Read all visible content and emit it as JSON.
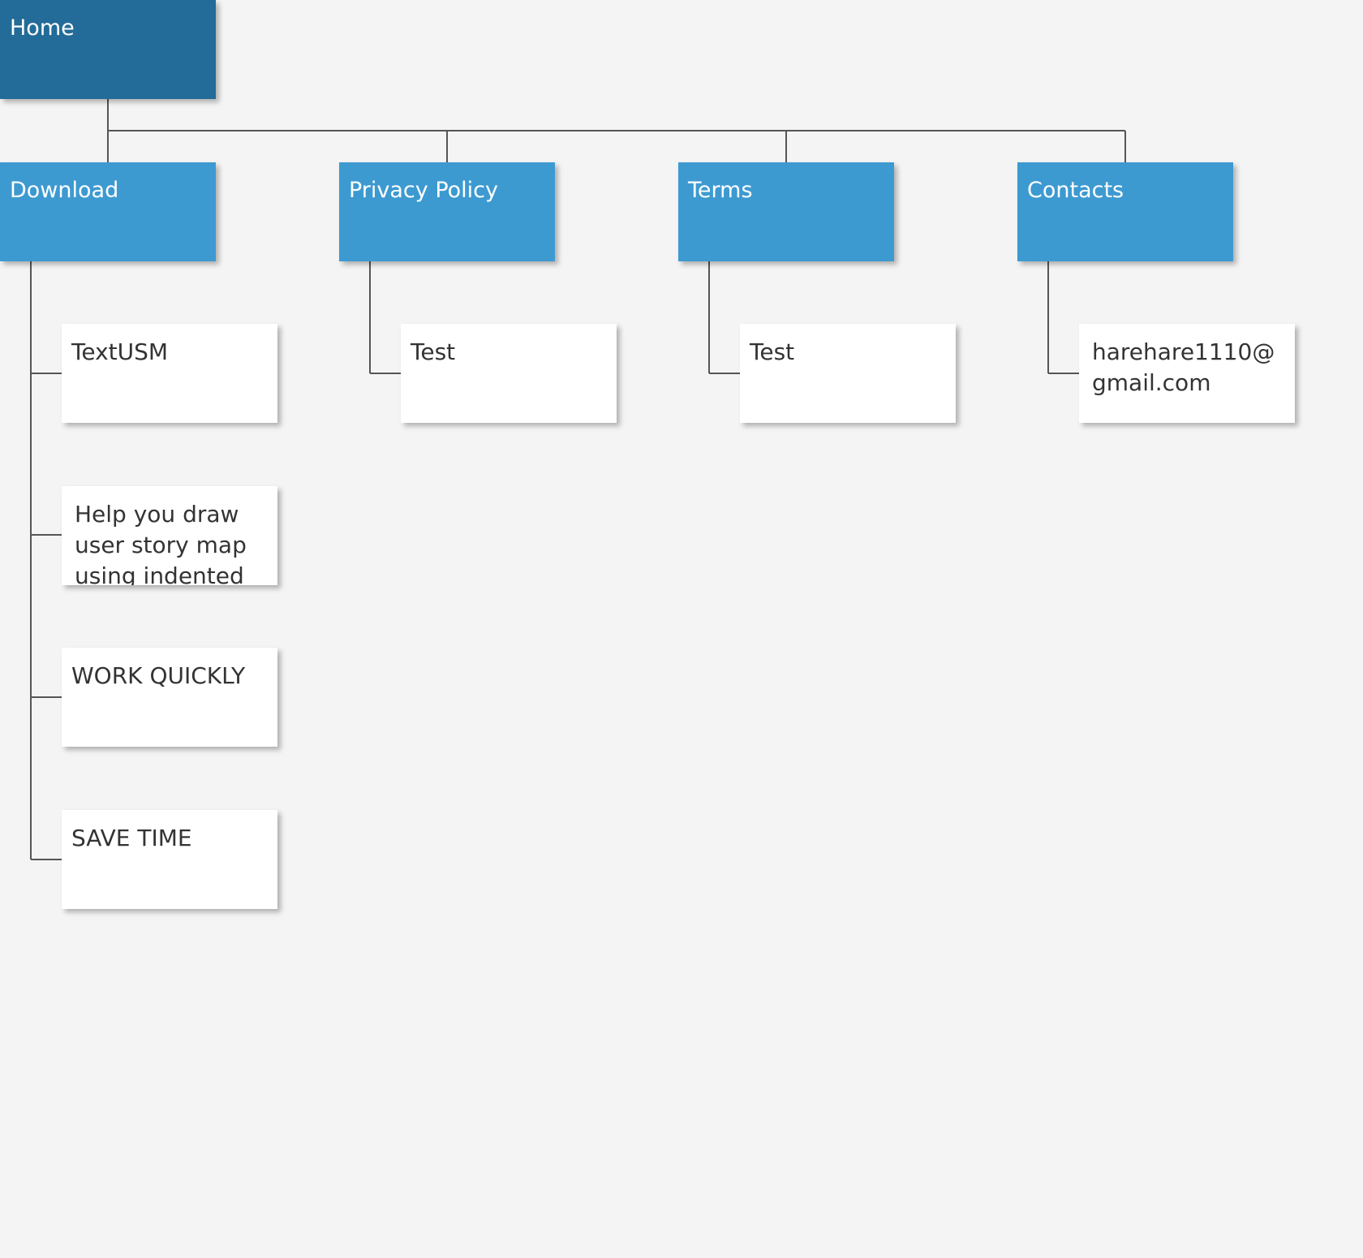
{
  "diagram": {
    "root": {
      "label": "Home"
    },
    "sections": [
      {
        "label": "Download",
        "items": [
          "TextUSM",
          "Help you draw user story map using indented text.",
          "WORK QUICKLY",
          "SAVE TIME"
        ]
      },
      {
        "label": "Privacy Policy",
        "items": [
          "Test"
        ]
      },
      {
        "label": "Terms",
        "items": [
          "Test"
        ]
      },
      {
        "label": "Contacts",
        "items": [
          "harehare1110@gmail.com"
        ]
      }
    ]
  },
  "colors": {
    "background": "#f4f4f4",
    "root_fill": "#236b98",
    "section_fill": "#3d9ad1",
    "item_fill": "#ffffff",
    "connector": "#555555",
    "item_text": "#333333"
  }
}
